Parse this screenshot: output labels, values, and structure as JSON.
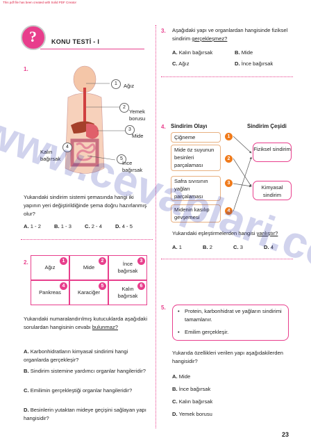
{
  "top_note": "This pdf file has been created with Solid PDF Creator",
  "header": {
    "title": "KONU TESTİ - I"
  },
  "q1": {
    "number": "1.",
    "labels": [
      {
        "n": "1",
        "text": "Ağız"
      },
      {
        "n": "2",
        "text": "Yemek borusu"
      },
      {
        "n": "3",
        "text": "Mide"
      },
      {
        "n": "4",
        "text": "Kalın bağırsak"
      },
      {
        "n": "5",
        "text": "İnce bağırsak"
      }
    ],
    "text": "Yukarıdaki sindirim sistemi şemasında hangi iki yapının yeri değiştirildiğinde şema doğru hazırlanmış olur?",
    "options": [
      {
        "label": "A.",
        "text": "1 - 2"
      },
      {
        "label": "B.",
        "text": "1 - 3"
      },
      {
        "label": "C.",
        "text": "2 - 4"
      },
      {
        "label": "D.",
        "text": "4 - 5"
      }
    ]
  },
  "q2": {
    "number": "2.",
    "grid": [
      {
        "n": "1",
        "text": "Ağız"
      },
      {
        "n": "2",
        "text": "Mide"
      },
      {
        "n": "3",
        "text": "İnce bağırsak"
      },
      {
        "n": "4",
        "text": "Pankreas"
      },
      {
        "n": "5",
        "text": "Karaciğer"
      },
      {
        "n": "6",
        "text": "Kalın bağırsak"
      }
    ],
    "text_a": "Yukarıdaki numaralandırılmış kutucuklarda aşağıdaki sorulardan hangisinin cevabı",
    "text_b": "bulunmaz?",
    "options": [
      {
        "label": "A.",
        "text": "Karbonhidratların kimyasal sindirimi hangi organlarda gerçekleşir?"
      },
      {
        "label": "B.",
        "text": "Sindirim sistemine yardımcı organlar hangileridir?"
      },
      {
        "label": "C.",
        "text": "Emilimin gerçekleştiği organlar hangileridir?"
      },
      {
        "label": "D.",
        "text": "Besinlerin yutaktan mideye geçişini sağlayan yapı hangisidir?"
      }
    ]
  },
  "q3": {
    "number": "3.",
    "text_a": "Aşağıdaki yapı ve organlardan hangisinde fiziksel sindirim",
    "text_b": "gerçekleşmez?",
    "options": [
      {
        "label": "A.",
        "text": "Kalın bağırsak"
      },
      {
        "label": "B.",
        "text": "Mide"
      },
      {
        "label": "C.",
        "text": "Ağız"
      },
      {
        "label": "D.",
        "text": "İnce bağırsak"
      }
    ]
  },
  "q4": {
    "number": "4.",
    "col1_head": "Sindirim Olayı",
    "col2_head": "Sindirim Çeşidi",
    "events": [
      {
        "n": "1",
        "text": "Çiğneme"
      },
      {
        "n": "2",
        "text": "Mide öz suyunun besinleri parçalaması"
      },
      {
        "n": "3",
        "text": "Safra sıvısının yağları parçalaması"
      },
      {
        "n": "4",
        "text": "Midenin kasılıp gevşemesi"
      }
    ],
    "types": [
      "Fiziksel sindirim",
      "Kimyasal sindirim"
    ],
    "text_a": "Yukarıdaki eşleştirmelerden hangisi",
    "text_b": "yanlıştır?",
    "options": [
      {
        "label": "A.",
        "text": "1"
      },
      {
        "label": "B.",
        "text": "2"
      },
      {
        "label": "C.",
        "text": "3"
      },
      {
        "label": "D.",
        "text": "4"
      }
    ]
  },
  "q5": {
    "number": "5.",
    "bullets": [
      "Protein, karbonhidrat ve yağların sindirimi tamamlanır.",
      "Emilim gerçekleşir."
    ],
    "text": "Yukarıda özellikleri verilen yapı aşağıdakilerden hangisidir?",
    "options": [
      {
        "label": "A.",
        "text": "Mide"
      },
      {
        "label": "B.",
        "text": "İnce bağırsak"
      },
      {
        "label": "C.",
        "text": "Kalın bağırsak"
      },
      {
        "label": "D.",
        "text": "Yemek borusu"
      }
    ]
  },
  "watermark": "www.cevaplari.com",
  "page_number": "23",
  "colors": {
    "accent": "#e83e8c",
    "orange": "#f07a1a",
    "watermark": "#1f2aa8"
  }
}
